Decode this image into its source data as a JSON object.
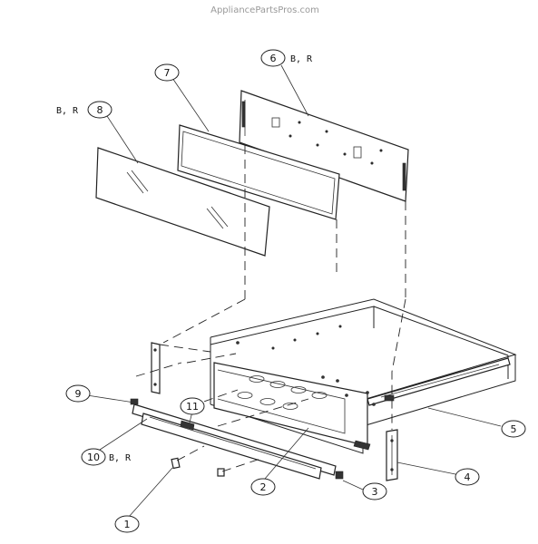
{
  "watermark": "AppliancePartsPros.com",
  "callouts": [
    {
      "num": "1"
    },
    {
      "num": "2"
    },
    {
      "num": "3"
    },
    {
      "num": "4"
    },
    {
      "num": "5"
    },
    {
      "num": "6",
      "note": "B, R"
    },
    {
      "num": "7"
    },
    {
      "num": "8",
      "note": "B, R"
    },
    {
      "num": "9"
    },
    {
      "num": "10",
      "note": "B, R"
    },
    {
      "num": "11"
    }
  ]
}
